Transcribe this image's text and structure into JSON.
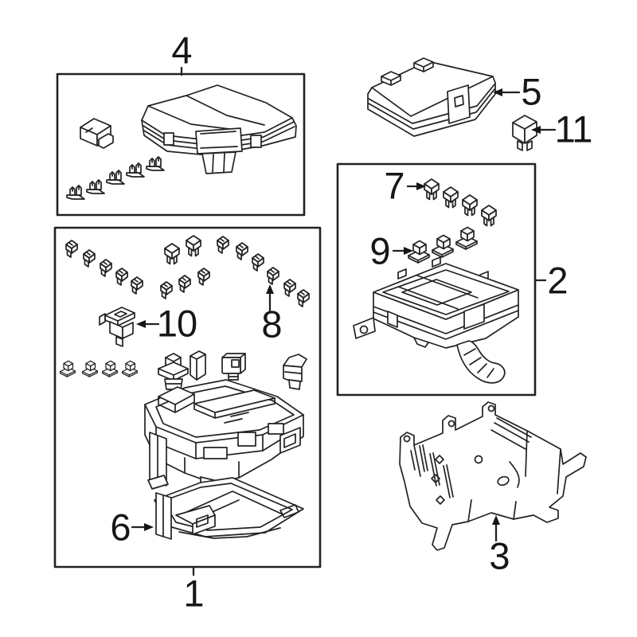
{
  "colors": {
    "background": "#ffffff",
    "line": "#222222",
    "label": "#161616"
  },
  "callouts": [
    {
      "label": "1"
    },
    {
      "label": "2"
    },
    {
      "label": "3"
    },
    {
      "label": "4"
    },
    {
      "label": "5"
    },
    {
      "label": "6"
    },
    {
      "label": "7"
    },
    {
      "label": "8"
    },
    {
      "label": "9"
    },
    {
      "label": "10"
    },
    {
      "label": "11"
    }
  ]
}
